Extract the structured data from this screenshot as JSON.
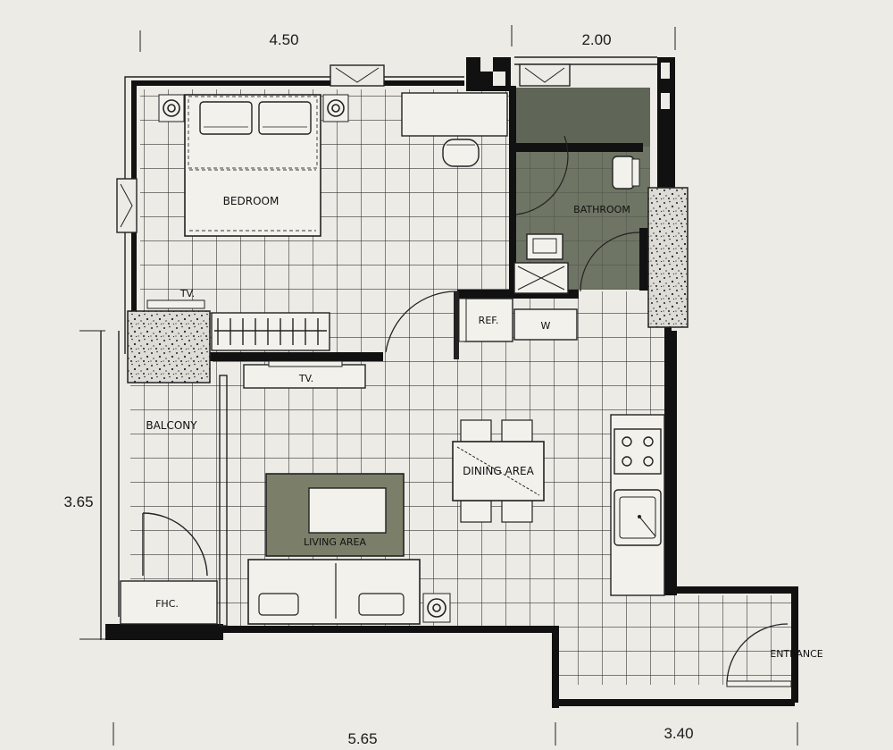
{
  "dimensions": {
    "top_left": "4.50",
    "top_right": "2.00",
    "left": "3.65",
    "bottom_left": "5.65",
    "bottom_right": "3.40"
  },
  "rooms": {
    "bedroom": "BEDROOM",
    "bathroom": "BATHROOM",
    "balcony": "BALCONY",
    "living_area": "LIVING AREA",
    "dining_area": "DINING AREA",
    "entrance": "ENTRANCE"
  },
  "fixtures": {
    "tv_bedroom": "TV.",
    "tv_living": "TV.",
    "refrigerator": "REF.",
    "washer": "W",
    "fhc": "FHC."
  },
  "colors": {
    "paper": "#ecebe6",
    "wall": "#111111",
    "bathroom_floor": "#6f7565",
    "rug": "#7b7f69",
    "speckle": "#d9d8d2"
  }
}
